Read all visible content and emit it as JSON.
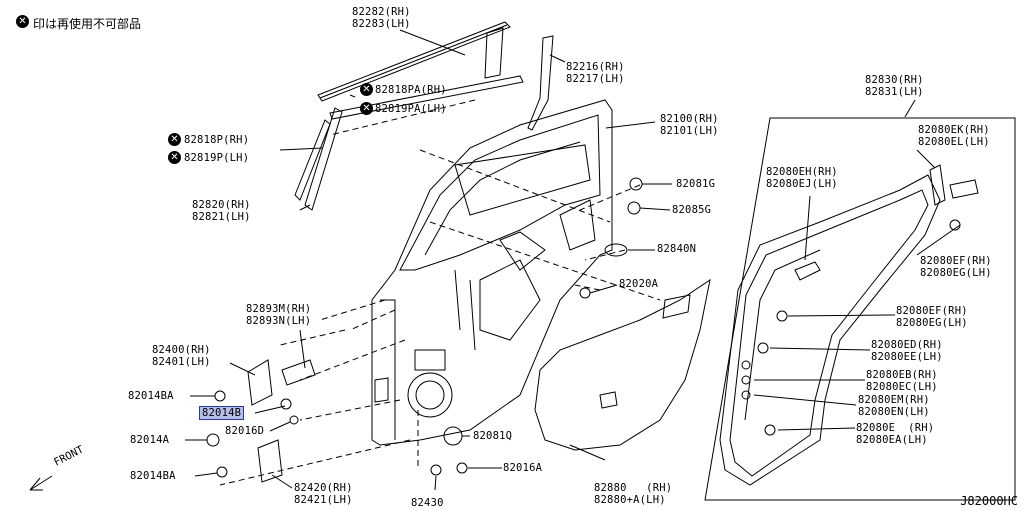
{
  "note": {
    "symbol": "✕",
    "text": "印は再使用不可部品"
  },
  "diagram_code": "J82000HC",
  "front_label": "FRONT",
  "highlight_color": "#b4bfe9",
  "labels": {
    "p82282": "82282(RH)\n82283(LH)",
    "p82216": "82216(RH)\n82217(LH)",
    "p82818pa": "82818PA(RH)",
    "p82819pa": "82819PA(LH)",
    "p82818p": "82818P(RH)",
    "p82819p": "82819P(LH)",
    "p82820": "82820(RH)\n82821(LH)",
    "p82100": "82100(RH)\n82101(LH)",
    "p82081g": "82081G",
    "p82085g": "82085G",
    "p82840n": "82840N",
    "p82020a": "82020A",
    "p82893m": "82893M(RH)\n82893N(LH)",
    "p82400": "82400(RH)\n82401(LH)",
    "p82014ba_top": "82014BA",
    "p82014b": "82014B",
    "p82016d": "82016D",
    "p82014a": "82014A",
    "p82014ba_bot": "82014BA",
    "p82420": "82420(RH)\n82421(LH)",
    "p82430": "82430",
    "p82016a": "82016A",
    "p82081q": "82081Q",
    "p82880": "82880   (RH)\n82880+A(LH)",
    "p82830": "82830(RH)\n82831(LH)",
    "p82080ek": "82080EK(RH)\n82080EL(LH)",
    "p82080eh": "82080EH(RH)\n82080EJ(LH)",
    "p82080ef_top": "82080EF(RH)\n82080EG(LH)",
    "p82080ef_mid": "82080EF(RH)\n82080EG(LH)",
    "p82080ed": "82080ED(RH)\n82080EE(LH)",
    "p82080eb": "82080EB(RH)\n82080EC(LH)",
    "p82080em": "82080EM(RH)\n82080EN(LH)",
    "p82080e": "82080E  (RH)\n82080EA(LH)"
  }
}
